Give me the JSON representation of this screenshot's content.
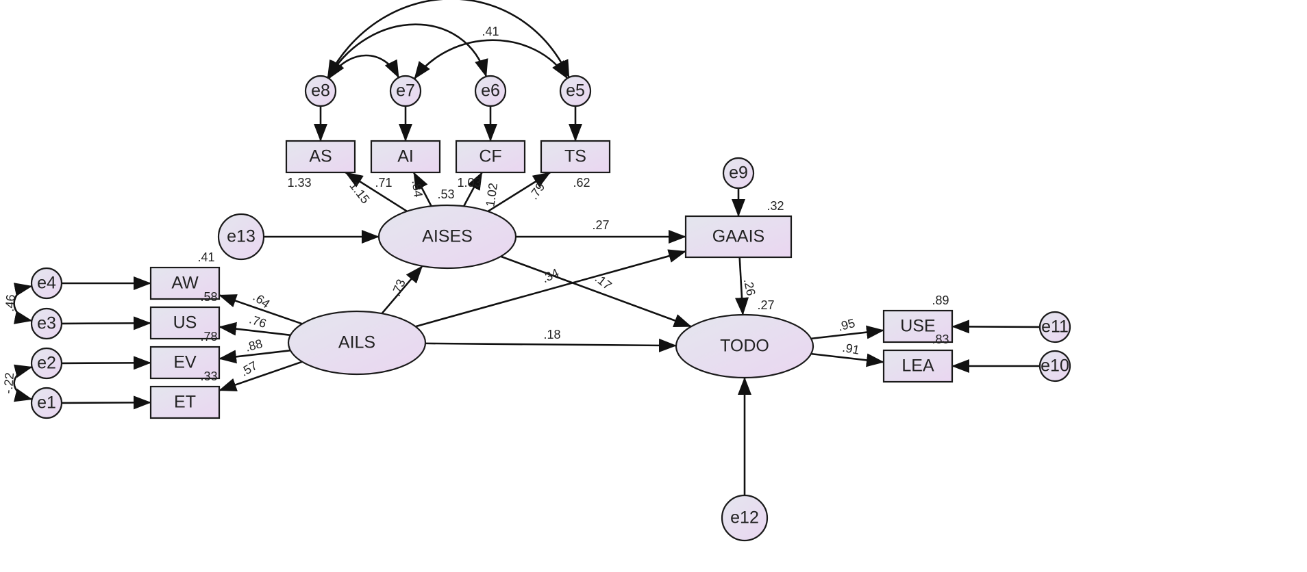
{
  "colors": {
    "fill_start": "#e4e6ee",
    "fill_end": "#ead6f1",
    "stroke": "#1a1a1a",
    "edge": "#111111"
  },
  "nodes": {
    "e8": {
      "label": "e8",
      "shape": "circle"
    },
    "e7": {
      "label": "e7",
      "shape": "circle"
    },
    "e6": {
      "label": "e6",
      "shape": "circle"
    },
    "e5": {
      "label": "e5",
      "shape": "circle"
    },
    "AS": {
      "label": "AS",
      "shape": "rect"
    },
    "AI": {
      "label": "AI",
      "shape": "rect"
    },
    "CF": {
      "label": "CF",
      "shape": "rect"
    },
    "TS": {
      "label": "TS",
      "shape": "rect"
    },
    "e9": {
      "label": "e9",
      "shape": "circle"
    },
    "GAAIS": {
      "label": "GAAIS",
      "shape": "rect"
    },
    "e13": {
      "label": "e13",
      "shape": "circle"
    },
    "AISES": {
      "label": "AISES",
      "shape": "ellipse"
    },
    "e4": {
      "label": "e4",
      "shape": "circle"
    },
    "e3": {
      "label": "e3",
      "shape": "circle"
    },
    "e2": {
      "label": "e2",
      "shape": "circle"
    },
    "e1": {
      "label": "e1",
      "shape": "circle"
    },
    "AW": {
      "label": "AW",
      "shape": "rect"
    },
    "US": {
      "label": "US",
      "shape": "rect"
    },
    "EV": {
      "label": "EV",
      "shape": "rect"
    },
    "ET": {
      "label": "ET",
      "shape": "rect"
    },
    "AILS": {
      "label": "AILS",
      "shape": "ellipse"
    },
    "TODO": {
      "label": "TODO",
      "shape": "ellipse"
    },
    "USE": {
      "label": "USE",
      "shape": "rect"
    },
    "LEA": {
      "label": "LEA",
      "shape": "rect"
    },
    "e11": {
      "label": "e11",
      "shape": "circle"
    },
    "e10": {
      "label": "e10",
      "shape": "circle"
    },
    "e12": {
      "label": "e12",
      "shape": "circle"
    }
  },
  "edges": [
    {
      "from": "e8",
      "to": "AS",
      "label": ""
    },
    {
      "from": "e7",
      "to": "AI",
      "label": ""
    },
    {
      "from": "e6",
      "to": "CF",
      "label": ""
    },
    {
      "from": "e5",
      "to": "TS",
      "label": ""
    },
    {
      "from": "AISES",
      "to": "AS",
      "label": "1.15"
    },
    {
      "from": "AISES",
      "to": "AI",
      "label": ".84"
    },
    {
      "from": "AISES",
      "to": "CF",
      "label": "1.02"
    },
    {
      "from": "AISES",
      "to": "TS",
      "label": ".79"
    },
    {
      "from": "e9",
      "to": "GAAIS",
      "label": ""
    },
    {
      "from": "e13",
      "to": "AISES",
      "label": ""
    },
    {
      "from": "AISES",
      "to": "GAAIS",
      "label": ".27"
    },
    {
      "from": "AISES",
      "to": "TODO",
      "label": ".17"
    },
    {
      "from": "AILS",
      "to": "AISES",
      "label": ".73"
    },
    {
      "from": "AILS",
      "to": "GAAIS",
      "label": ".34"
    },
    {
      "from": "AILS",
      "to": "TODO",
      "label": ".18"
    },
    {
      "from": "GAAIS",
      "to": "TODO",
      "label": ".26"
    },
    {
      "from": "AILS",
      "to": "AW",
      "label": ".64"
    },
    {
      "from": "AILS",
      "to": "US",
      "label": ".76"
    },
    {
      "from": "AILS",
      "to": "EV",
      "label": ".88"
    },
    {
      "from": "AILS",
      "to": "ET",
      "label": ".57"
    },
    {
      "from": "e4",
      "to": "AW",
      "label": ""
    },
    {
      "from": "e3",
      "to": "US",
      "label": ""
    },
    {
      "from": "e2",
      "to": "EV",
      "label": ""
    },
    {
      "from": "e1",
      "to": "ET",
      "label": ""
    },
    {
      "from": "TODO",
      "to": "USE",
      "label": ".95"
    },
    {
      "from": "TODO",
      "to": "LEA",
      "label": ".91"
    },
    {
      "from": "e11",
      "to": "USE",
      "label": ""
    },
    {
      "from": "e10",
      "to": "LEA",
      "label": ""
    },
    {
      "from": "e12",
      "to": "TODO",
      "label": ""
    }
  ],
  "covariances": [
    {
      "between": [
        "e8",
        "e5"
      ],
      "label": ""
    },
    {
      "between": [
        "e8",
        "e6"
      ],
      "label": ""
    },
    {
      "between": [
        "e8",
        "e7"
      ],
      "label": ""
    },
    {
      "between": [
        "e7",
        "e5"
      ],
      "label": ".41"
    },
    {
      "between": [
        "e4",
        "e3"
      ],
      "label": ".46"
    },
    {
      "between": [
        "e2",
        "e1"
      ],
      "label": "-.22"
    }
  ],
  "r_squared": {
    "AS": "1.33",
    "AI": ".71",
    "CF": "1.03",
    "TS": ".62",
    "AISES": ".53",
    "GAAIS": ".32",
    "TODO": ".27",
    "AW": ".41",
    "US": ".58",
    "EV": ".78",
    "ET": ".33",
    "USE": ".89",
    "LEA": ".83"
  }
}
